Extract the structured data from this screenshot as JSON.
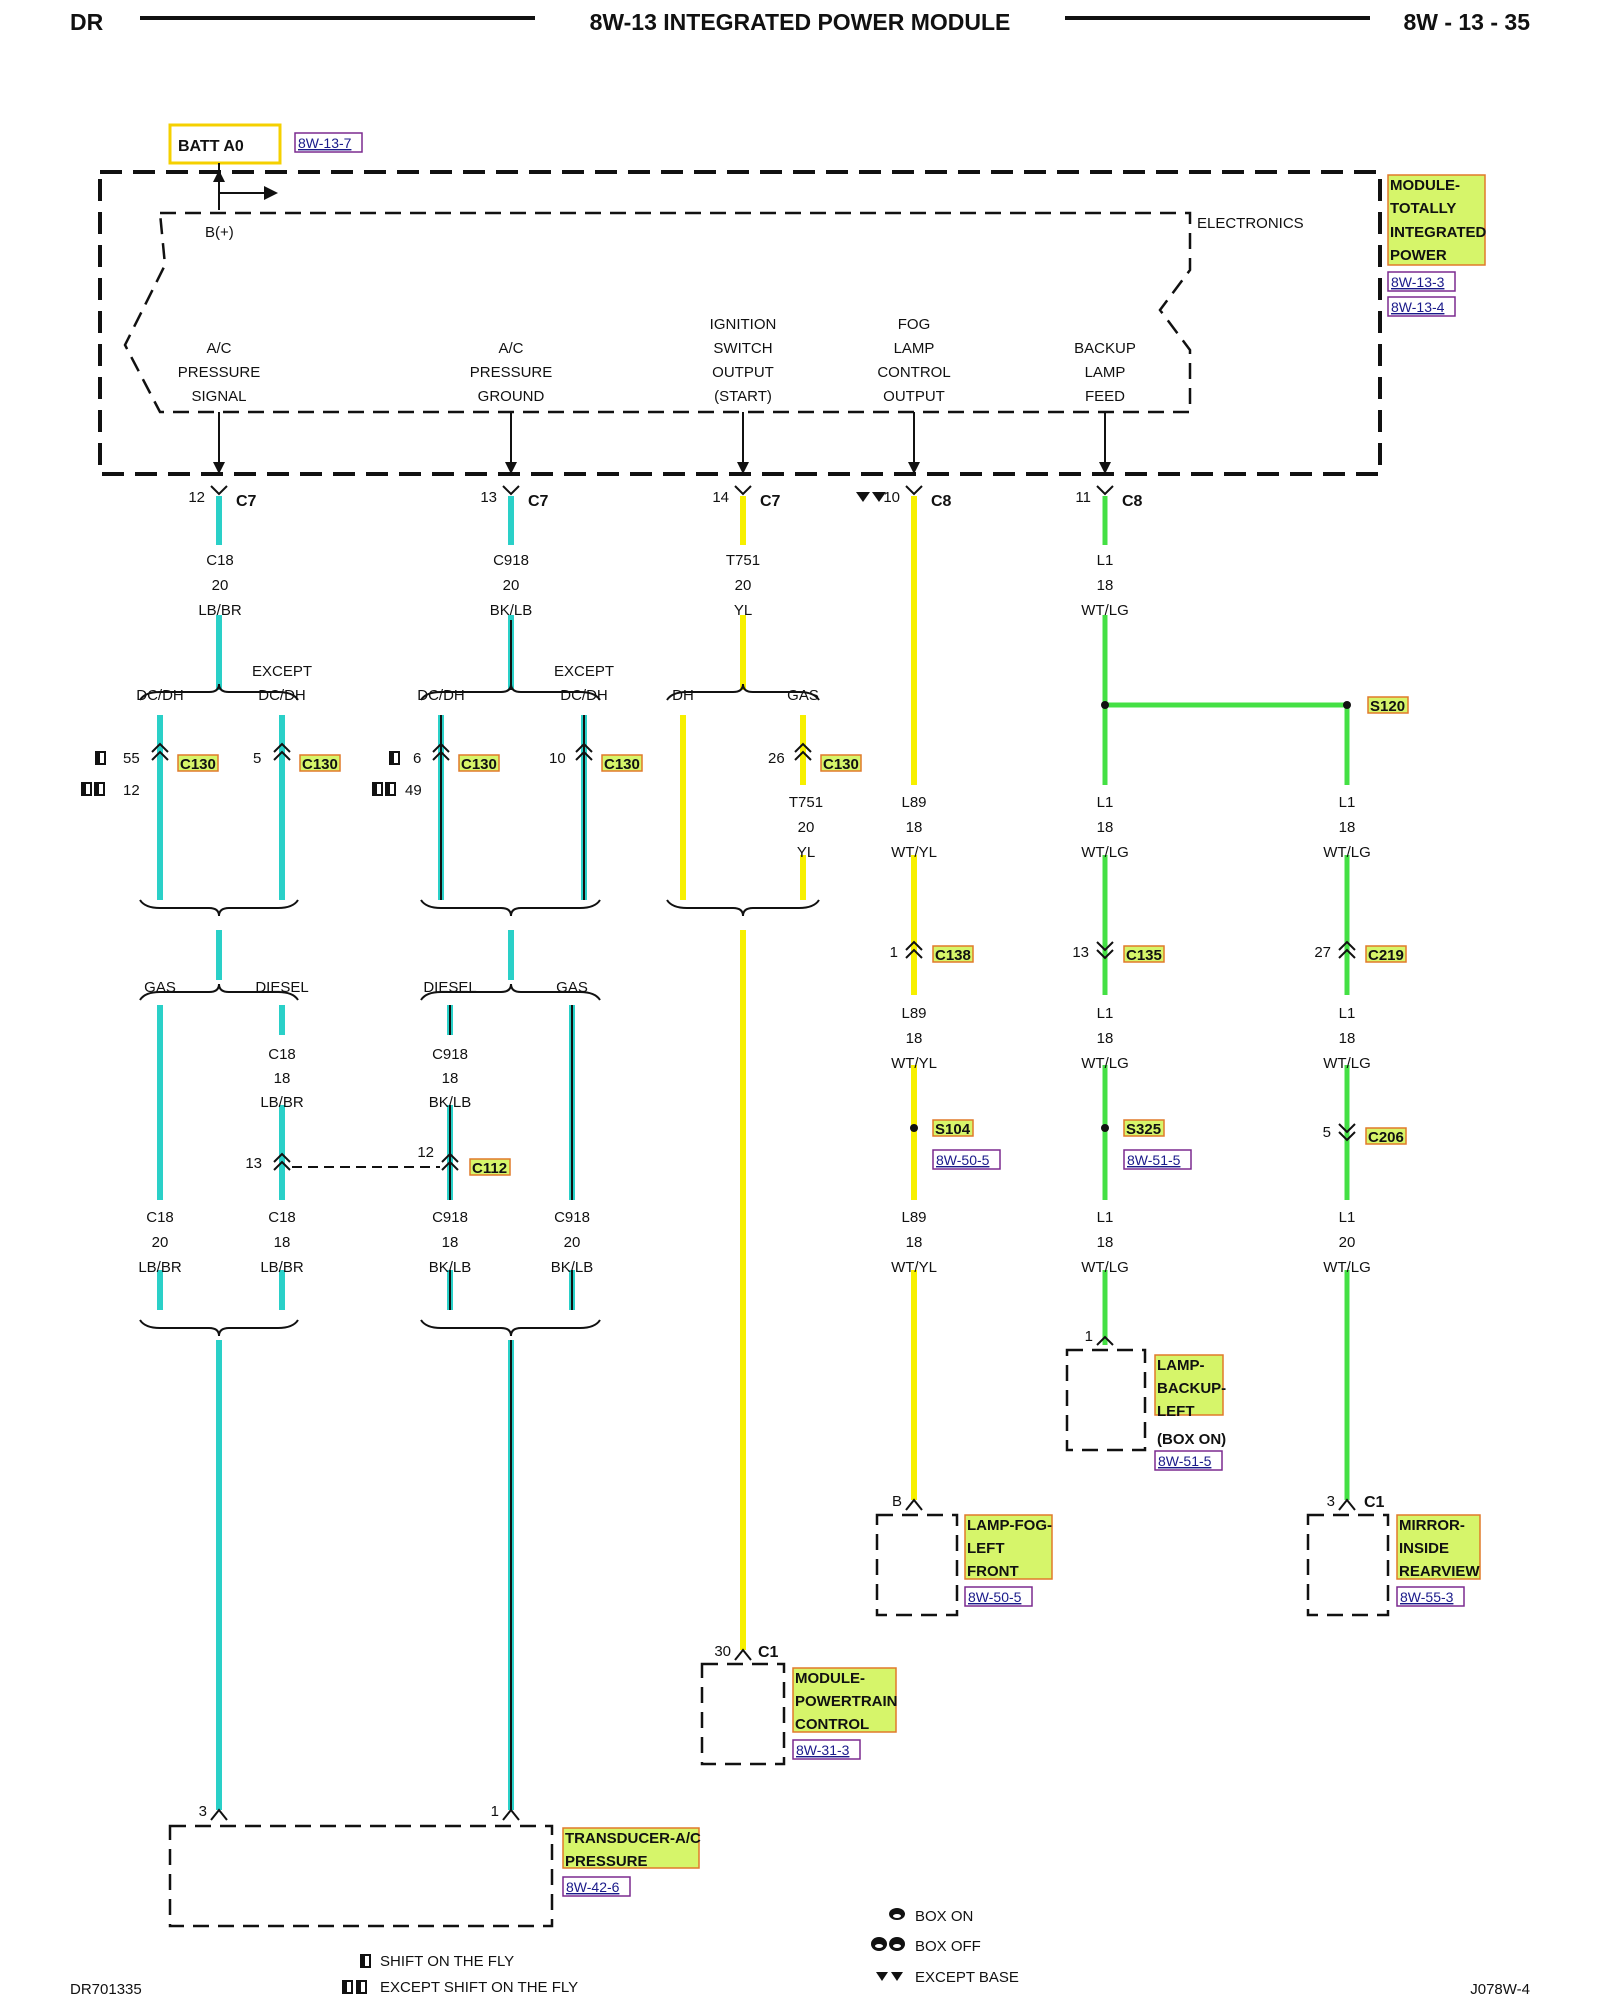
{
  "header": {
    "left": "DR",
    "title": "8W-13 INTEGRATED POWER MODULE",
    "page": "8W - 13 - 35"
  },
  "footer": {
    "left": "DR701335",
    "right": "J078W-4"
  },
  "batt": {
    "label": "BATT A0",
    "ref": "8W-13-7",
    "bplus": "B(+)"
  },
  "module": {
    "title_lines": [
      "MODULE-",
      "TOTALLY",
      "INTEGRATED",
      "POWER"
    ],
    "refs": [
      "8W-13-3",
      "8W-13-4"
    ],
    "electronics": "ELECTRONICS",
    "outputs": [
      {
        "lines": [
          "A/C",
          "PRESSURE",
          "SIGNAL"
        ]
      },
      {
        "lines": [
          "A/C",
          "PRESSURE",
          "GROUND"
        ]
      },
      {
        "lines": [
          "IGNITION",
          "SWITCH",
          "OUTPUT",
          "(START)"
        ]
      },
      {
        "lines": [
          "FOG",
          "LAMP",
          "CONTROL",
          "OUTPUT"
        ]
      },
      {
        "lines": [
          "BACKUP",
          "LAMP",
          "FEED"
        ]
      }
    ]
  },
  "pins": [
    {
      "pin": "12",
      "conn": "C7"
    },
    {
      "pin": "13",
      "conn": "C7"
    },
    {
      "pin": "14",
      "conn": "C7"
    },
    {
      "pin": "10",
      "conn": "C8"
    },
    {
      "pin": "11",
      "conn": "C8"
    }
  ],
  "wires_top": [
    {
      "lines": [
        "C18",
        "20",
        "LB/BR"
      ]
    },
    {
      "lines": [
        "C918",
        "20",
        "BK/LB"
      ]
    },
    {
      "lines": [
        "T751",
        "20",
        "YL"
      ]
    },
    {
      "lines": [
        "L1",
        "18",
        "WT/LG"
      ]
    }
  ],
  "branch_labels": {
    "dcdh": "DC/DH",
    "except": "EXCEPT",
    "dh": "DH",
    "gas": "GAS",
    "diesel": "DIESEL"
  },
  "c130": {
    "name": "C130",
    "p1a": "55",
    "p1b": "12",
    "p2": "5",
    "p3a": "6",
    "p3b": "49",
    "p4": "10",
    "p5": "26"
  },
  "t751": {
    "lines": [
      "T751",
      "20",
      "YL"
    ]
  },
  "fog": {
    "w1": [
      "L89",
      "18",
      "WT/YL"
    ],
    "conn": {
      "pin": "1",
      "name": "C138"
    },
    "w2": [
      "L89",
      "18",
      "WT/YL"
    ],
    "splice": "S104",
    "splice_ref": "8W-50-5",
    "w3": [
      "L89",
      "18",
      "WT/YL"
    ],
    "pin_b": "B",
    "dev": [
      "LAMP-FOG-",
      "LEFT",
      "FRONT"
    ],
    "dev_ref": "8W-50-5"
  },
  "backup": {
    "splice_top": "S120",
    "w1": [
      "L1",
      "18",
      "WT/LG"
    ],
    "conn": {
      "pin": "13",
      "name": "C135"
    },
    "w2": [
      "L1",
      "18",
      "WT/LG"
    ],
    "splice": "S325",
    "splice_ref": "8W-51-5",
    "w3": [
      "L1",
      "18",
      "WT/LG"
    ],
    "pin_1": "1",
    "dev": [
      "LAMP-",
      "BACKUP-",
      "LEFT"
    ],
    "dev_note": "(BOX ON)",
    "dev_ref": "8W-51-5"
  },
  "mirror": {
    "w1": [
      "L1",
      "18",
      "WT/LG"
    ],
    "conn1": {
      "pin": "27",
      "name": "C219"
    },
    "w2": [
      "L1",
      "18",
      "WT/LG"
    ],
    "conn2": {
      "pin": "5",
      "name": "C206"
    },
    "w3": [
      "L1",
      "20",
      "WT/LG"
    ],
    "pin": "3",
    "pin_conn": "C1",
    "dev": [
      "MIRROR-",
      "INSIDE",
      "REARVIEW"
    ],
    "dev_ref": "8W-55-3"
  },
  "mid": {
    "c18_diesel": [
      "C18",
      "18",
      "LB/BR"
    ],
    "c918_diesel": [
      "C918",
      "18",
      "BK/LB"
    ],
    "c112": {
      "name": "C112",
      "p_left": "13",
      "p_right": "12"
    },
    "c18_gas": [
      "C18",
      "20",
      "LB/BR"
    ],
    "c18_dsl2": [
      "C18",
      "18",
      "LB/BR"
    ],
    "c918_dsl2": [
      "C918",
      "18",
      "BK/LB"
    ],
    "c918_gas": [
      "C918",
      "20",
      "BK/LB"
    ]
  },
  "pcm": {
    "pin": "30",
    "conn": "C1",
    "dev": [
      "MODULE-",
      "POWERTRAIN",
      "CONTROL"
    ],
    "dev_ref": "8W-31-3"
  },
  "transducer": {
    "pin_left": "3",
    "pin_right": "1",
    "dev": [
      "TRANSDUCER-A/C",
      "PRESSURE"
    ],
    "dev_ref": "8W-42-6"
  },
  "legend": {
    "box_on": "BOX ON",
    "box_off": "BOX OFF",
    "except_base": "EXCEPT BASE",
    "shift_fly": "SHIFT ON THE FLY",
    "except_shift_fly": "EXCEPT SHIFT ON THE FLY"
  }
}
